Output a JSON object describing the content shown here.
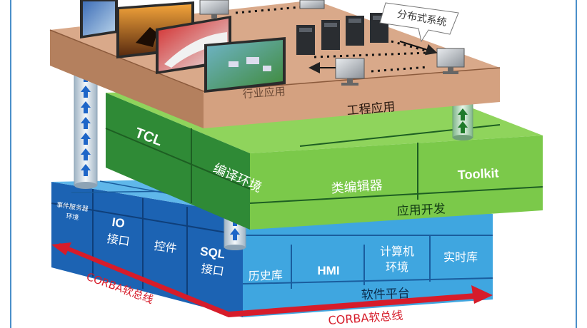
{
  "diagram": {
    "top_layer": {
      "name": "工程应用",
      "sub_label": "行业应用",
      "callout": "分布式系统"
    },
    "middle_layer": {
      "name": "应用开发",
      "blocks": [
        "TCL",
        "编译环境",
        "类编辑器",
        "Toolkit"
      ]
    },
    "bottom_layer": {
      "name": "软件平台",
      "left_blocks": [
        "事件服务器",
        "环境",
        "IO",
        "接口",
        "控件",
        "SQL",
        "接口"
      ],
      "front_blocks": [
        "历史库",
        "HMI",
        "计算机",
        "环境",
        "实时库"
      ]
    },
    "bus": {
      "left_label": "CORBA软总线",
      "bottom_label": "CORBA软总线"
    }
  },
  "colors": {
    "top_face": "#d9a98a",
    "top_edge": "#c48a68",
    "green_light": "#7bc94a",
    "green_dark": "#2f8a36",
    "blue_light": "#3fa6e0",
    "blue_dark": "#1c63b3",
    "bus_red": "#d61c2a",
    "frame_blue": "#4a8fc9"
  }
}
